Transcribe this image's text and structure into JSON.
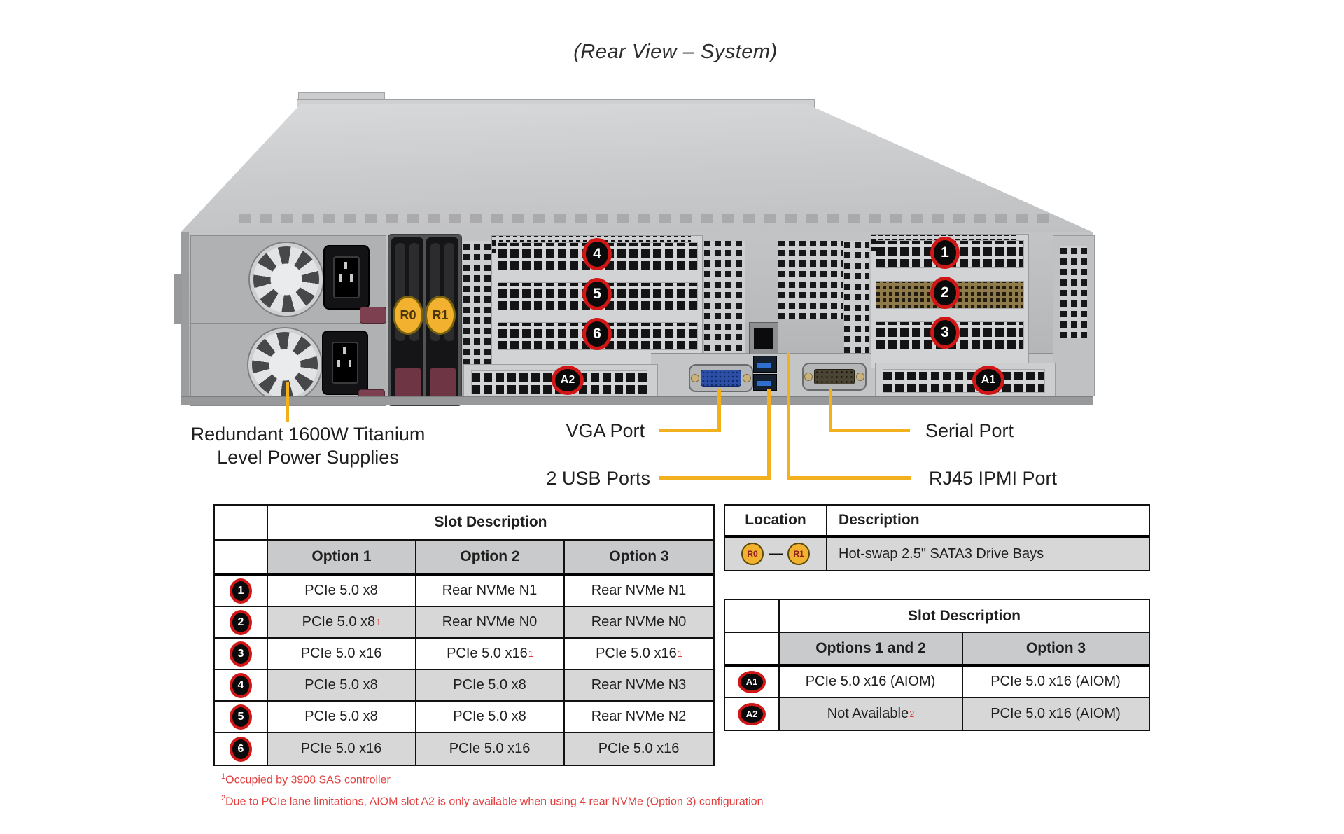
{
  "title": "(Rear View – System)",
  "colors": {
    "marker_red": "#d11616",
    "callout_yellow": "#f2b01e",
    "footnote_red": "#e34040",
    "table_header_gray": "#c9cacb",
    "table_row_gray": "#d7d7d7",
    "bay_tag_yellow": "#f2b12f"
  },
  "server": {
    "psu_label": [
      "Redundant 1600W Titanium",
      "Level Power Supplies"
    ],
    "callouts": {
      "vga": "VGA Port",
      "usb": "2 USB Ports",
      "serial": "Serial Port",
      "ipmi": "RJ45 IPMI Port"
    },
    "markers": {
      "m1": "1",
      "m2": "2",
      "m3": "3",
      "m4": "4",
      "m5": "5",
      "m6": "6",
      "a1": "A1",
      "a2": "A2",
      "r0": "R0",
      "r1": "R1"
    }
  },
  "slot_table": {
    "header": "Slot Description",
    "col_headers": [
      "Option 1",
      "Option 2",
      "Option 3"
    ],
    "rows": [
      {
        "marker": "1",
        "cells": [
          {
            "t": "PCIe 5.0 x8"
          },
          {
            "t": "Rear NVMe N1"
          },
          {
            "t": "Rear NVMe N1"
          }
        ]
      },
      {
        "marker": "2",
        "cells": [
          {
            "t": "PCIe 5.0 x8",
            "sup": "1"
          },
          {
            "t": "Rear NVMe N0"
          },
          {
            "t": "Rear NVMe N0"
          }
        ]
      },
      {
        "marker": "3",
        "cells": [
          {
            "t": "PCIe 5.0 x16"
          },
          {
            "t": "PCIe 5.0 x16",
            "sup": "1"
          },
          {
            "t": "PCIe 5.0 x16",
            "sup": "1"
          }
        ]
      },
      {
        "marker": "4",
        "cells": [
          {
            "t": "PCIe 5.0 x8"
          },
          {
            "t": "PCIe 5.0 x8"
          },
          {
            "t": "Rear NVMe N3"
          }
        ]
      },
      {
        "marker": "5",
        "cells": [
          {
            "t": "PCIe 5.0 x8"
          },
          {
            "t": "PCIe 5.0 x8"
          },
          {
            "t": "Rear NVMe N2"
          }
        ]
      },
      {
        "marker": "6",
        "cells": [
          {
            "t": "PCIe 5.0 x16"
          },
          {
            "t": "PCIe 5.0 x16"
          },
          {
            "t": "PCIe 5.0 x16"
          }
        ]
      }
    ]
  },
  "location_table": {
    "headers": [
      "Location",
      "Description"
    ],
    "row": {
      "from": "R0",
      "separator": "—",
      "to": "R1",
      "description": "Hot-swap 2.5\" SATA3 Drive Bays"
    }
  },
  "aiom_table": {
    "header": "Slot Description",
    "col_headers": [
      "Options 1 and 2",
      "Option 3"
    ],
    "rows": [
      {
        "marker": "A1",
        "cells": [
          {
            "t": "PCIe 5.0 x16 (AIOM)"
          },
          {
            "t": "PCIe 5.0 x16 (AIOM)"
          }
        ]
      },
      {
        "marker": "A2",
        "cells": [
          {
            "t": "Not Available",
            "sup": "2"
          },
          {
            "t": "PCIe 5.0 x16 (AIOM)"
          }
        ]
      }
    ]
  },
  "footnotes": [
    {
      "sup": "1",
      "text": "Occupied by 3908 SAS controller"
    },
    {
      "sup": "2",
      "text": "Due to PCIe lane limitations, AIOM slot A2 is only available when using 4 rear NVMe (Option 3) configuration"
    }
  ]
}
